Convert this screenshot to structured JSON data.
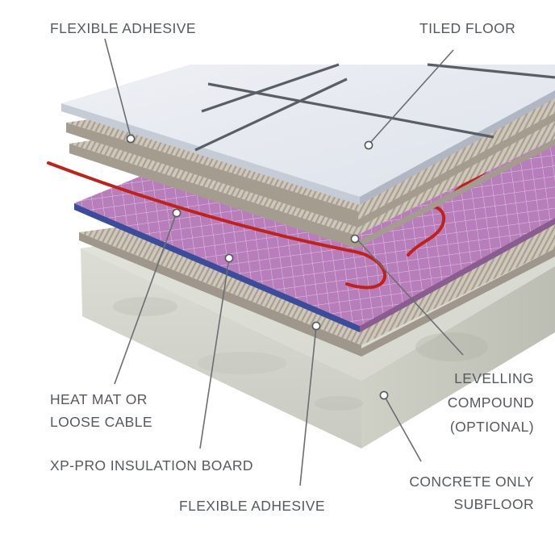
{
  "labels": {
    "flexible_adhesive_top": "FLEXIBLE ADHESIVE",
    "tiled_floor": "TILED FLOOR",
    "heat_mat_line1": "HEAT MAT OR",
    "heat_mat_line2": "LOOSE CABLE",
    "insulation_board": "XP-PRO INSULATION BOARD",
    "flexible_adhesive_bottom": "FLEXIBLE ADHESIVE",
    "levelling_line1": "LEVELLING",
    "levelling_line2": "COMPOUND",
    "levelling_line3": "(OPTIONAL)",
    "concrete_line1": "CONCRETE ONLY",
    "concrete_line2": "SUBFLOOR"
  },
  "colors": {
    "label_text": "#555a5e",
    "leader_line": "#6a6e72",
    "tile": "#e4e8ef",
    "grout": "#5a5f66",
    "adhesive": "#c8c0b4",
    "insulation": "#b57ab8",
    "heating_cable": "#c0221a",
    "concrete": "#d9dad2"
  }
}
